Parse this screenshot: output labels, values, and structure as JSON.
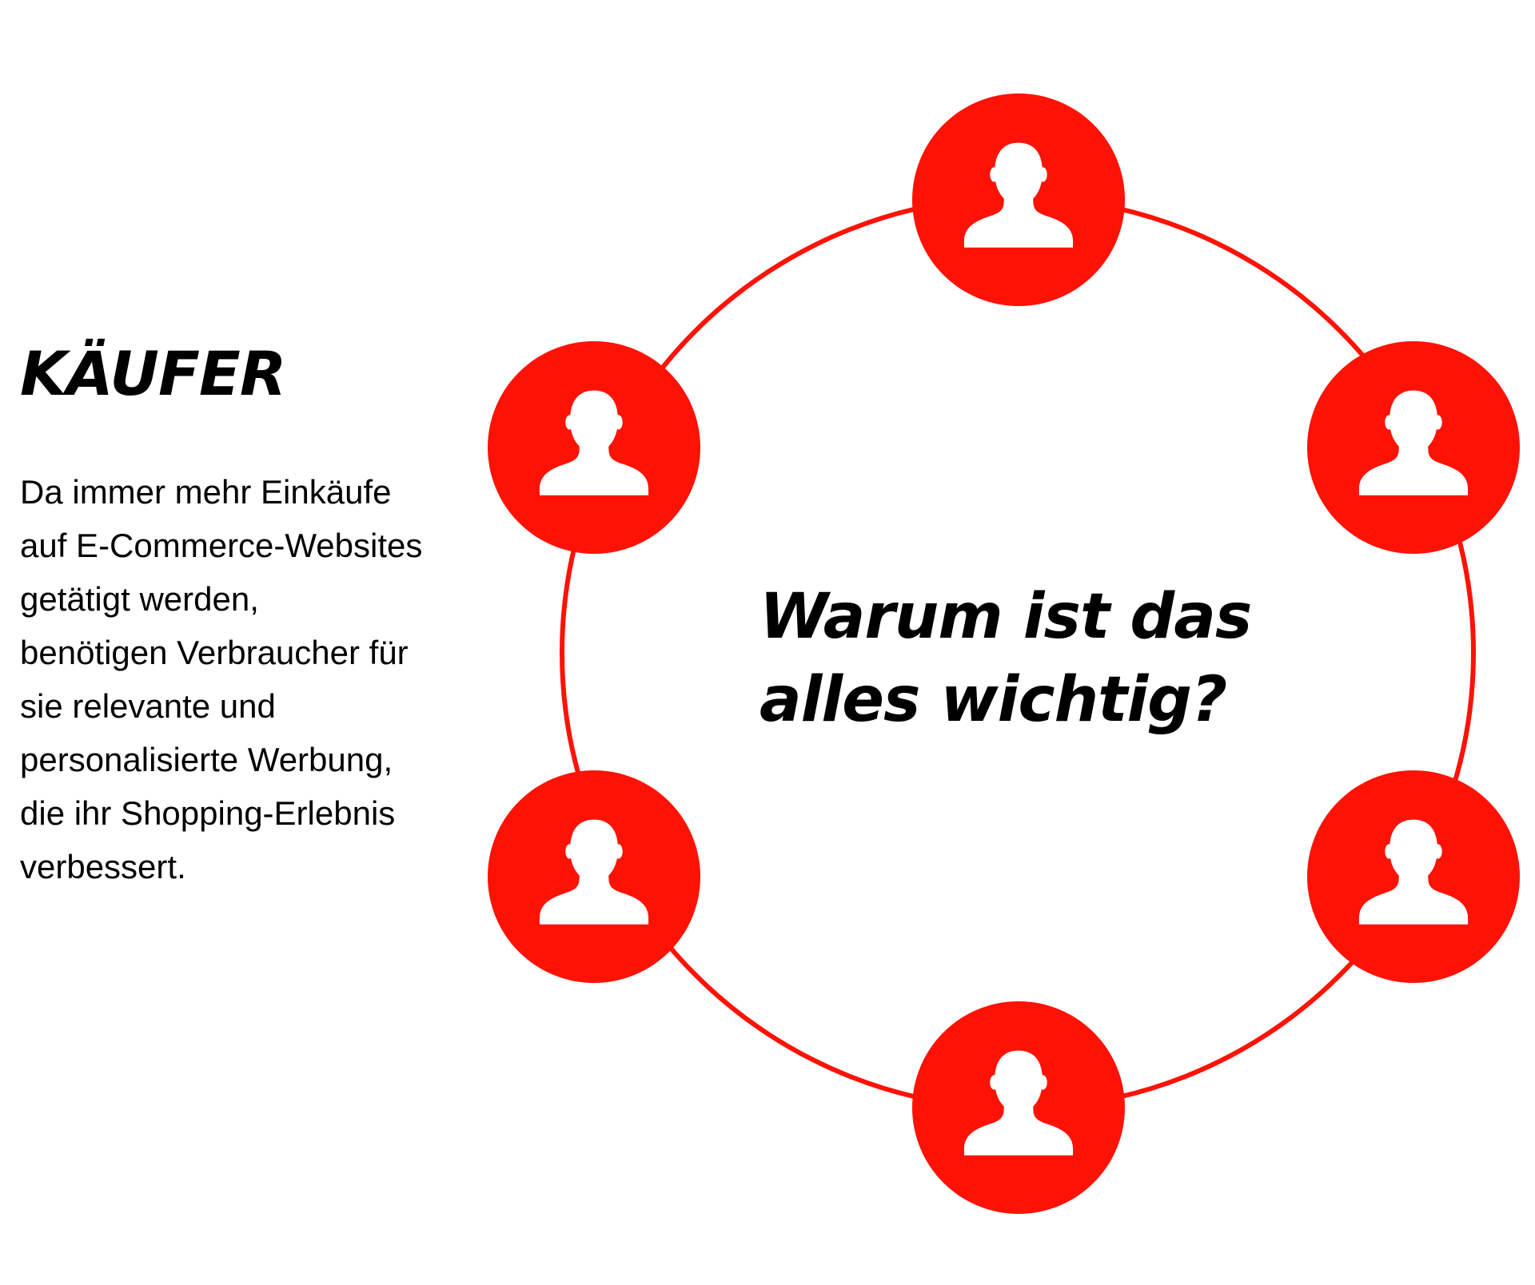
{
  "colors": {
    "accent": "#ff1206",
    "text": "#000000",
    "background": "#ffffff"
  },
  "left_panel": {
    "heading": "KÄUFER",
    "body_lines": [
      "Da immer mehr Einkäufe",
      "auf E-Commerce-Websites",
      "getätigt werden,",
      "benötigen Verbraucher für",
      "sie relevante und",
      "personalisierte Werbung,",
      "die ihr Shopping-Erlebnis",
      "verbessert."
    ]
  },
  "diagram": {
    "center_text_lines": [
      "Warum ist das",
      "alles wichtig?"
    ],
    "nodes": [
      {
        "icon": "person-icon"
      },
      {
        "icon": "person-icon"
      },
      {
        "icon": "person-icon"
      },
      {
        "icon": "person-icon"
      },
      {
        "icon": "person-icon"
      },
      {
        "icon": "person-icon"
      }
    ]
  }
}
